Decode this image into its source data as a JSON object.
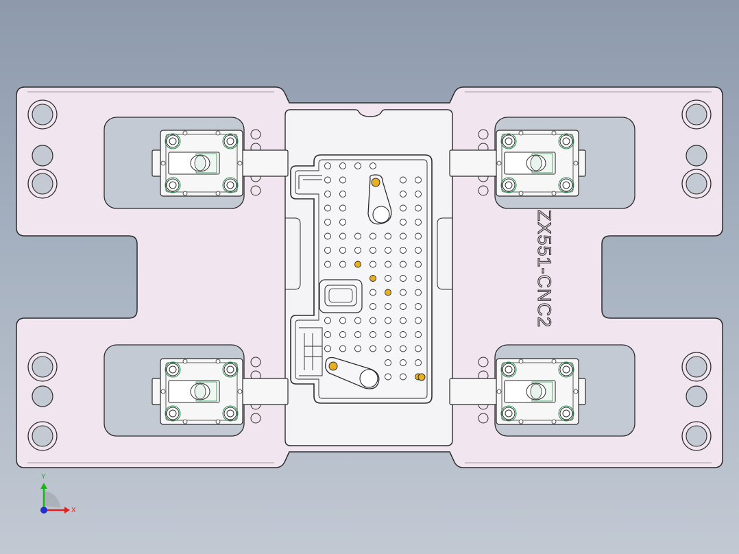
{
  "part_label": "ZX551-CNC2",
  "triad": {
    "x_label": "X",
    "y_label": "Y"
  },
  "colors": {
    "background_top": "#8d9aac",
    "background_bottom": "#c2c9d3",
    "base_plate": "#f1e6ef",
    "center_plate": "#f4f4f6",
    "edge": "#2b2b2b",
    "pin_highlight": "#e8b020",
    "green_trim": "#1f8a4a",
    "axis_x": "#e02020",
    "axis_y": "#20b020",
    "axis_z": "#2030d0"
  },
  "icons": [
    "clamp-assembly-icon",
    "axis-triad-icon"
  ]
}
